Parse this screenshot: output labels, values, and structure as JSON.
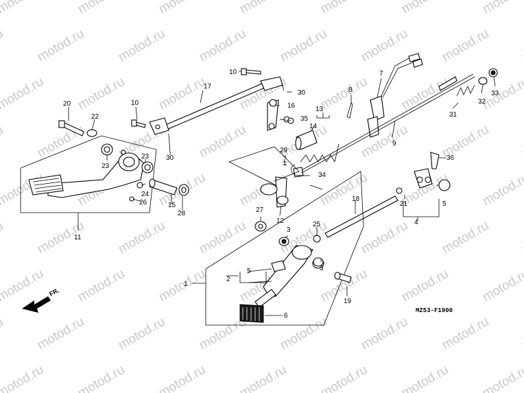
{
  "diagram": {
    "watermark": "motod.ru",
    "diagram_code": "MZ53-F1900",
    "direction_label": "FR.",
    "callouts": [
      "1",
      "2",
      "3",
      "3",
      "4",
      "5",
      "5",
      "6",
      "7",
      "8",
      "9",
      "10",
      "10",
      "11",
      "12",
      "13",
      "14",
      "15",
      "16",
      "17",
      "18",
      "19",
      "20",
      "21",
      "22",
      "23",
      "23",
      "24",
      "25",
      "26",
      "27",
      "28",
      "29",
      "30",
      "30",
      "31",
      "32",
      "33",
      "34",
      "35",
      "36"
    ]
  }
}
